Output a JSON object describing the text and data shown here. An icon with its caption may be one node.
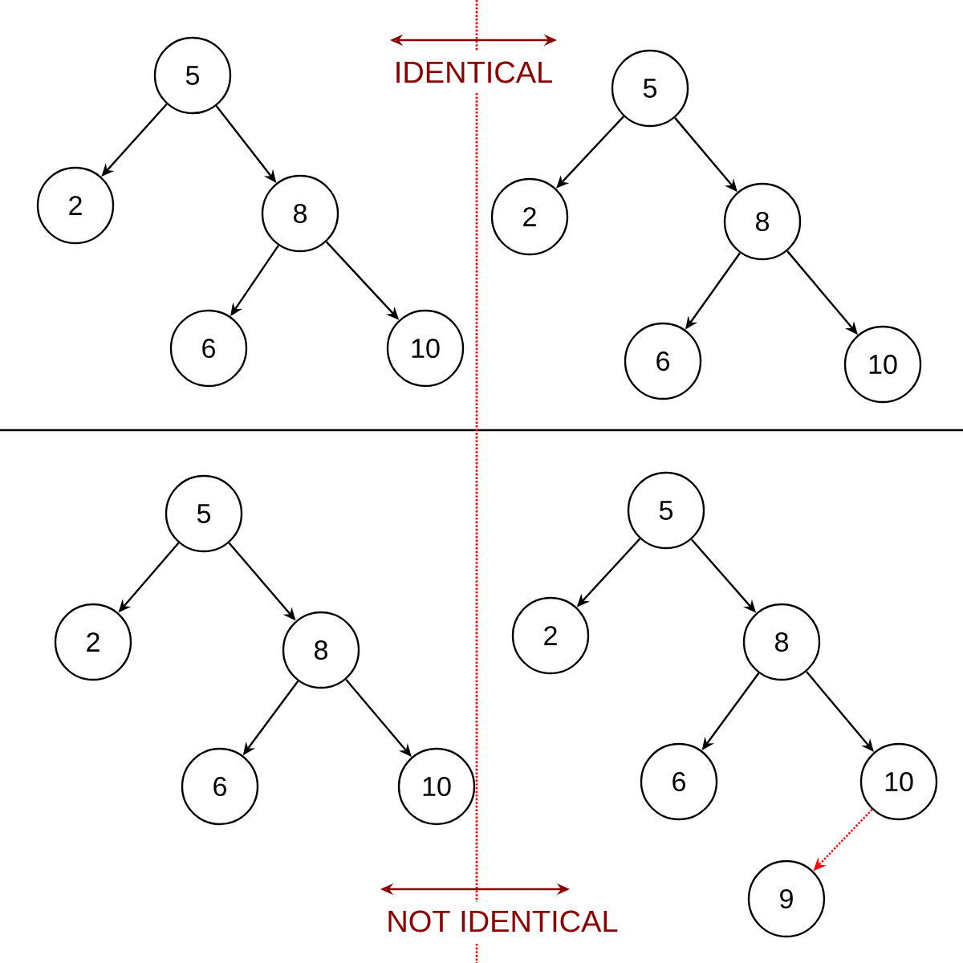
{
  "diagram": {
    "nodes": [
      {
        "text": [
          "5"
        ]
      },
      {
        "text": [
          "2"
        ]
      },
      {
        "text": [
          "8"
        ]
      },
      {
        "text": [
          "6"
        ]
      },
      {
        "text": [
          "10"
        ]
      },
      {
        "text": [
          "5"
        ]
      },
      {
        "text": [
          "2"
        ]
      },
      {
        "text": [
          "8"
        ]
      },
      {
        "text": [
          "6"
        ]
      },
      {
        "text": [
          "10"
        ]
      },
      {
        "text": [
          "5"
        ]
      },
      {
        "text": [
          "2"
        ]
      },
      {
        "text": [
          "8"
        ]
      },
      {
        "text": [
          "6"
        ]
      },
      {
        "text": [
          "10"
        ]
      },
      {
        "text": [
          "5"
        ]
      },
      {
        "text": [
          "2"
        ]
      },
      {
        "text": [
          "8"
        ]
      },
      {
        "text": [
          "6"
        ]
      },
      {
        "text": [
          "10"
        ]
      },
      {
        "text": [
          "9"
        ]
      }
    ],
    "edges": [
      {
        "from": 0,
        "to": 1,
        "arrow": "to"
      },
      {
        "from": 0,
        "to": 2,
        "arrow": "to"
      },
      {
        "from": 2,
        "to": 3,
        "arrow": "to"
      },
      {
        "from": 2,
        "to": 4,
        "arrow": "to"
      },
      {
        "from": 5,
        "to": 6,
        "arrow": "to"
      },
      {
        "from": 5,
        "to": 7,
        "arrow": "to"
      },
      {
        "from": 7,
        "to": 8,
        "arrow": "to"
      },
      {
        "from": 7,
        "to": 9,
        "arrow": "to"
      },
      {
        "from": 10,
        "to": 11,
        "arrow": "to"
      },
      {
        "from": 10,
        "to": 12,
        "arrow": "to"
      },
      {
        "from": 12,
        "to": 13,
        "arrow": "to"
      },
      {
        "from": 12,
        "to": 14,
        "arrow": "to"
      },
      {
        "from": 15,
        "to": 16,
        "arrow": "to"
      },
      {
        "from": 15,
        "to": 17,
        "arrow": "to"
      },
      {
        "from": 17,
        "to": 18,
        "arrow": "to"
      },
      {
        "from": 17,
        "to": 19,
        "arrow": "to"
      },
      {
        "from": 19,
        "to": 20,
        "arrow": "to",
        "style": "dashed",
        "color": "#ff0000"
      }
    ],
    "labels": [
      "IDENTICAL",
      "NOT IDENTICAL"
    ]
  }
}
